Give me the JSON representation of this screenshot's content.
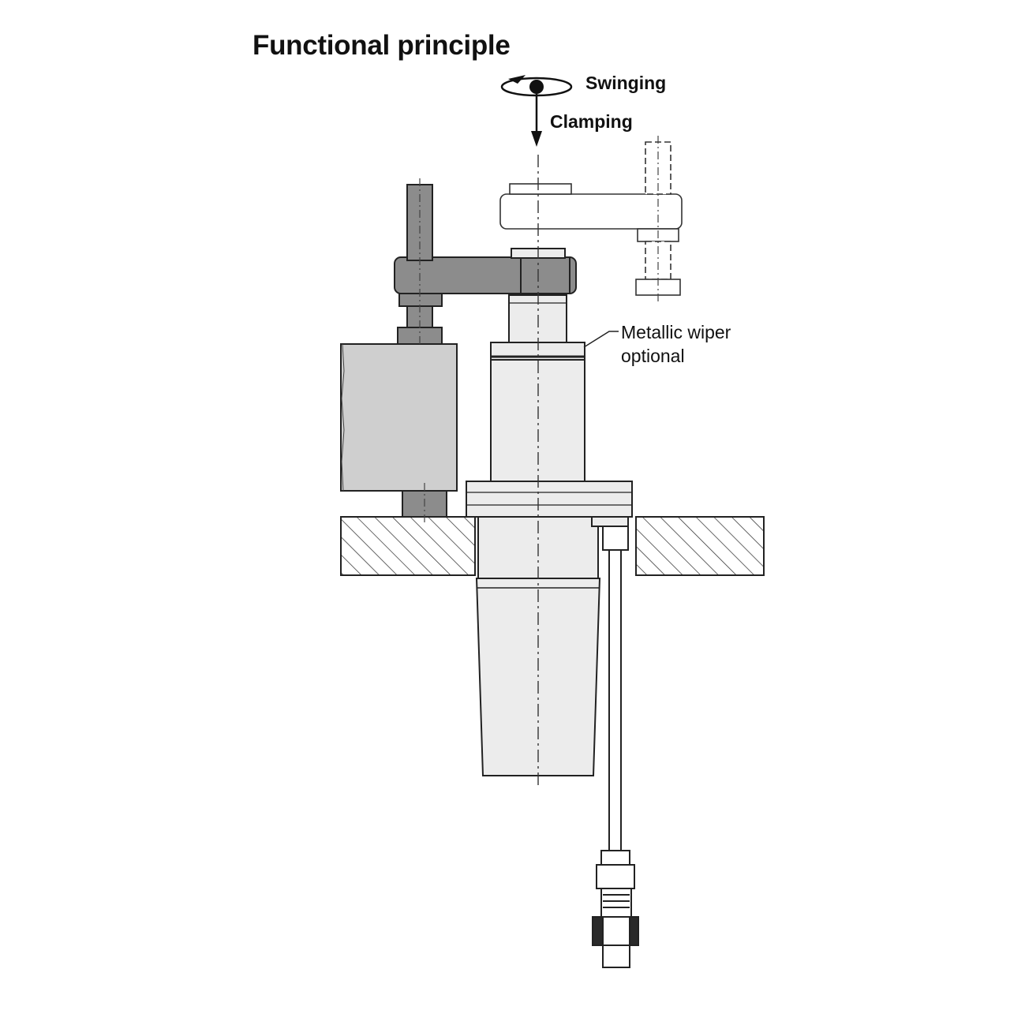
{
  "title": "Functional principle",
  "motions": {
    "swinging": "Swinging",
    "clamping": "Clamping"
  },
  "callouts": {
    "wiper_line1": "Metallic wiper",
    "wiper_line2": "optional"
  },
  "colors": {
    "stroke": "#222222",
    "arm_fill": "#8c8c8c",
    "block_fill": "#cfcfcf",
    "body_fill": "#ececec",
    "ghost_fill": "#ffffff"
  }
}
